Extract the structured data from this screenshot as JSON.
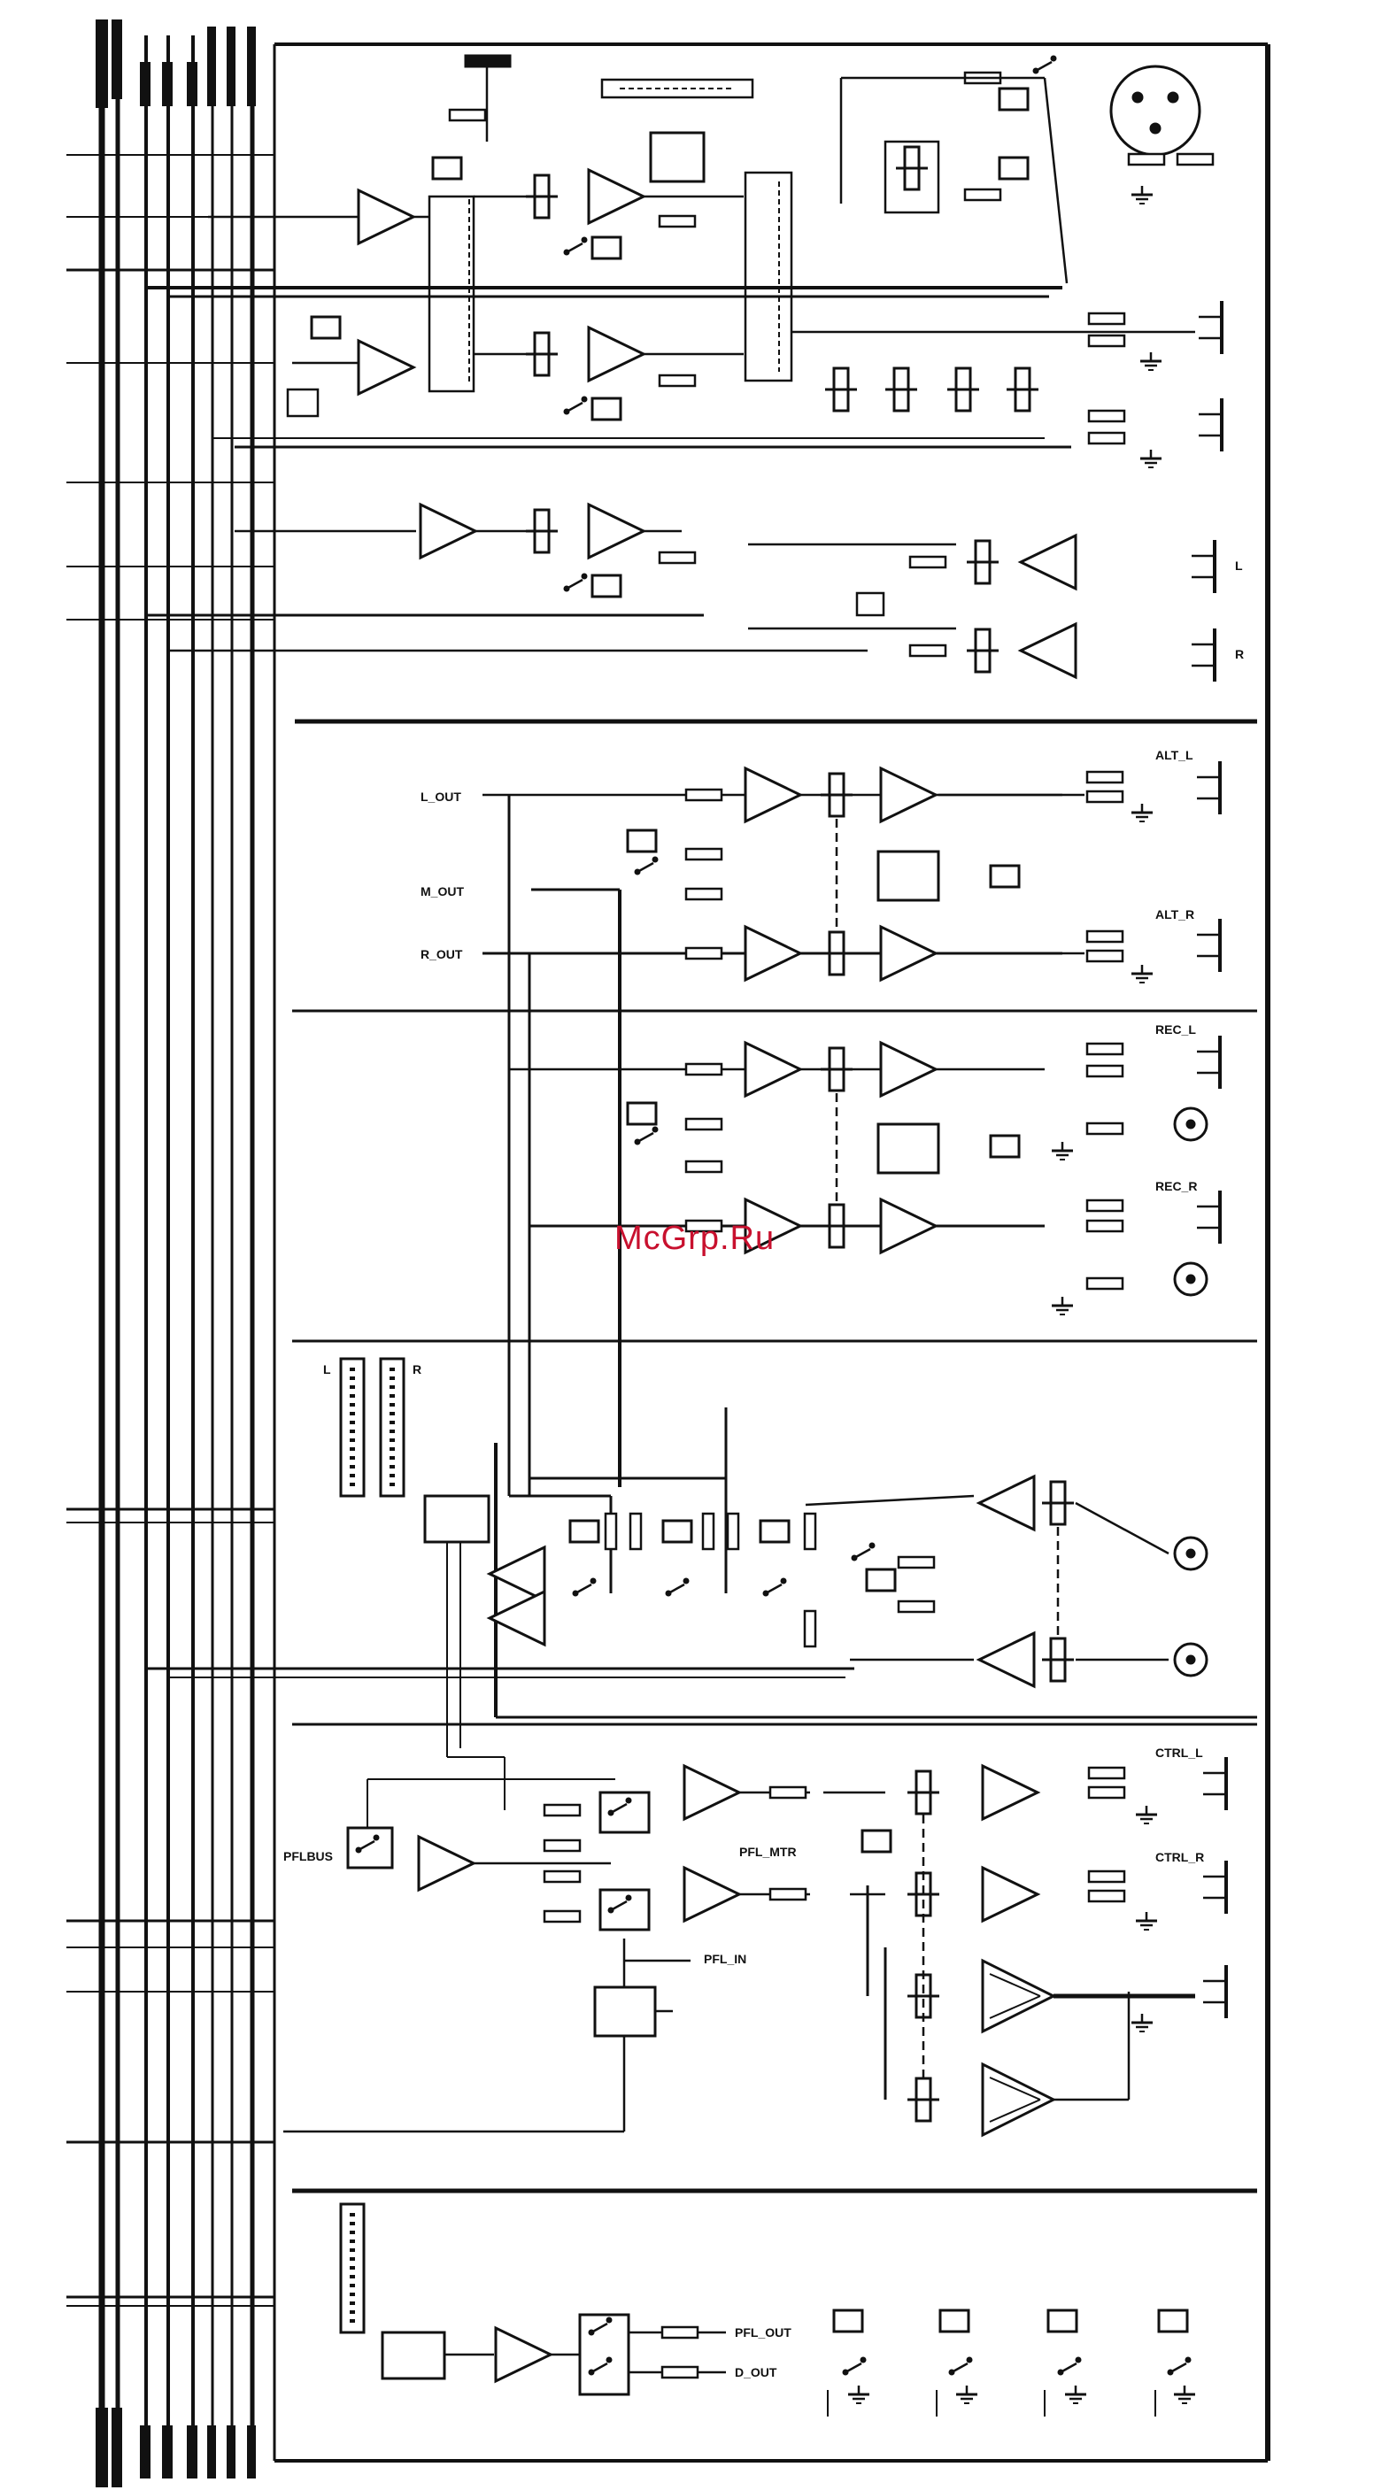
{
  "watermark": "McGrp.Ru",
  "labels": {
    "l_out": "L_OUT",
    "m_out": "M_OUT",
    "r_out": "R_OUT",
    "alt_l": "ALT_L",
    "alt_r": "ALT_R",
    "rec_l": "REC_L",
    "rec_r": "REC_R",
    "ctrl_l": "CTRL_L",
    "ctrl_r": "CTRL_R",
    "pfl_out": "PFL_OUT",
    "pflbus": "PFLBUS",
    "d_out": "D_OUT",
    "pfl_mtr": "PFL_MTR",
    "pfl_in": "PFL_IN",
    "ch_l": "L",
    "ch_r": "R",
    "meter_l": "L",
    "meter_r": "R"
  }
}
